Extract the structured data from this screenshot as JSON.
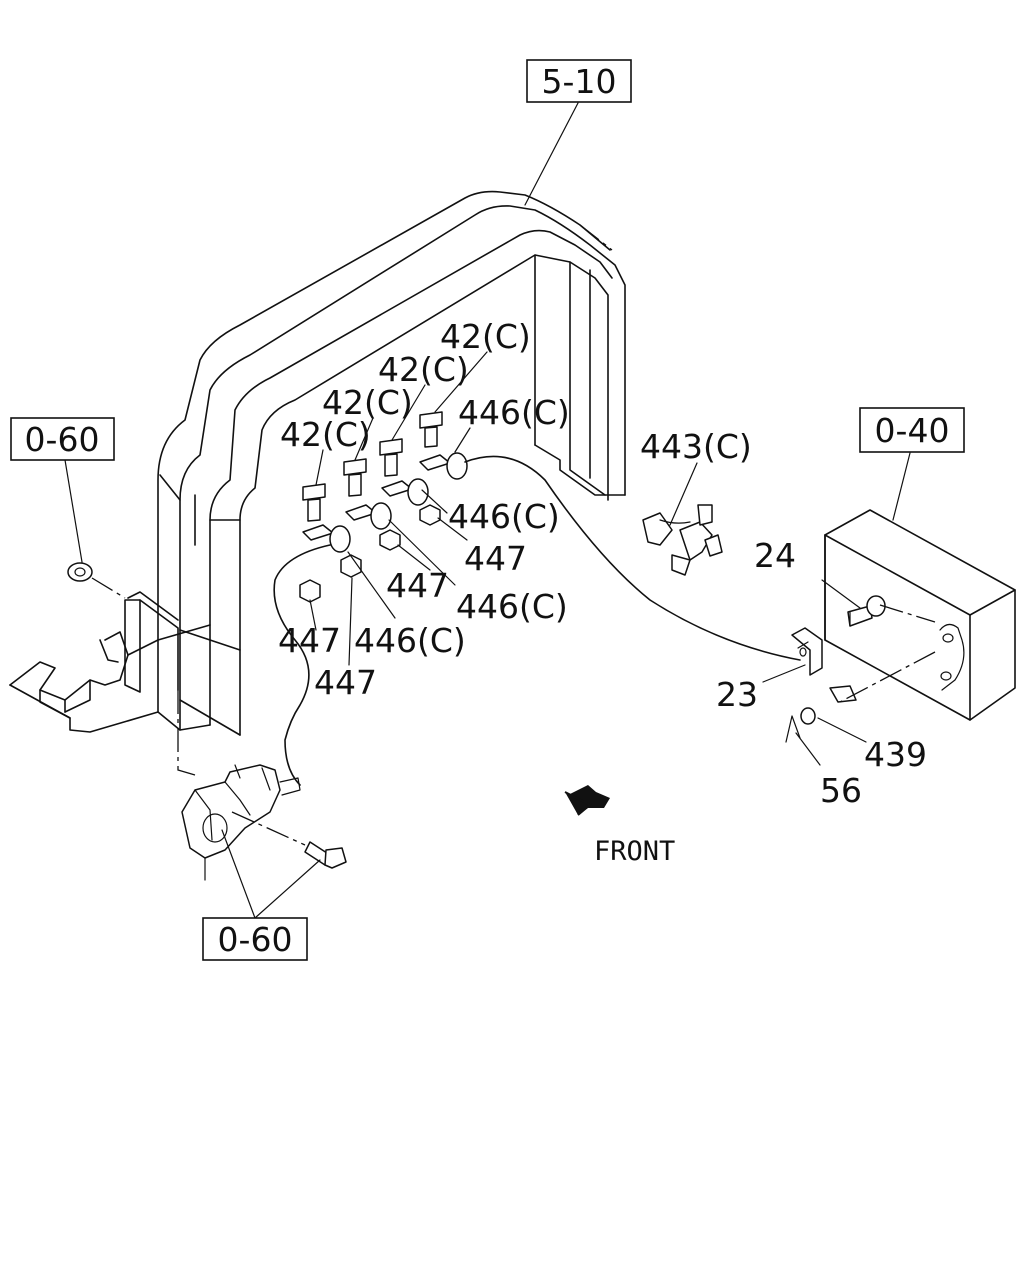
{
  "reference_boxes": [
    {
      "id": "ref-5-10",
      "text": "5-10"
    },
    {
      "id": "ref-0-60-left",
      "text": "0-60"
    },
    {
      "id": "ref-0-40",
      "text": "0-40"
    },
    {
      "id": "ref-0-60-bottom",
      "text": "0-60"
    }
  ],
  "part_labels": [
    "42(C)",
    "42(C)",
    "42(C)",
    "42(C)",
    "446(C)",
    "446(C)",
    "446(C)",
    "446(C)",
    "447",
    "447",
    "447",
    "447",
    "443(C)",
    "24",
    "23",
    "439",
    "56"
  ],
  "direction_label": "FRONT"
}
